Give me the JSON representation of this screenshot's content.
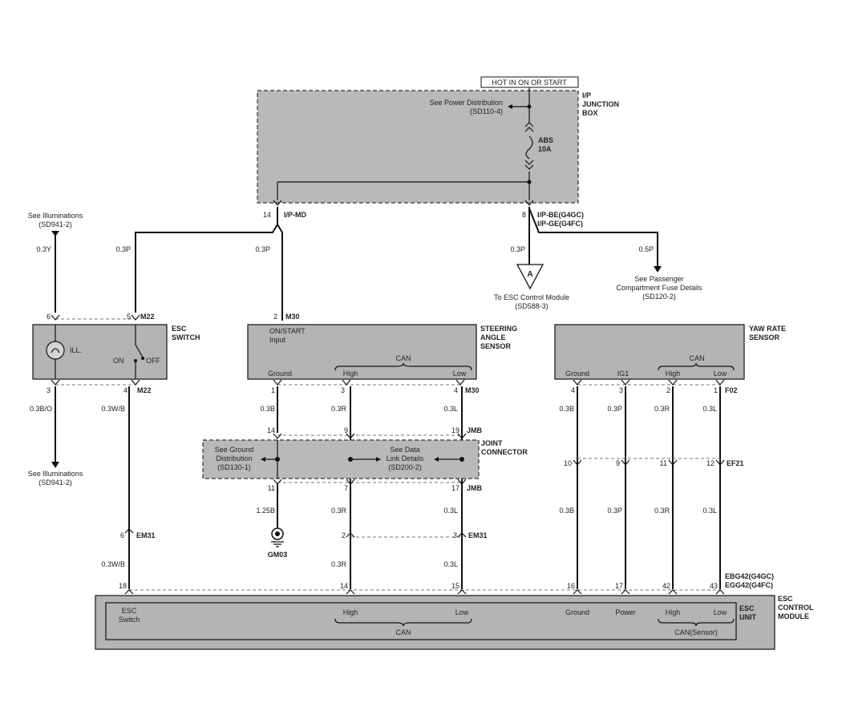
{
  "hot_label": "HOT IN ON OR START",
  "ip_box": {
    "name_lines": [
      "I/P",
      "JUNCTION",
      "BOX"
    ],
    "see_power": [
      "See Power Distribution",
      "(SD110-4)"
    ],
    "fuse_name": "ABS",
    "fuse_amp": "10A",
    "left_pin": "14",
    "left_conn": "I/P-MD",
    "right_pin": "8",
    "right_conn_1": "I/P-BE(G4GC)",
    "right_conn_2": "I/P-GE(G4FC)"
  },
  "wires": {
    "w03y": "0.3Y",
    "w03p": "0.3P",
    "w03b": "0.3B",
    "w03r": "0.3R",
    "w03l": "0.3L",
    "w05p": "0.5P",
    "w03bo": "0.3B/O",
    "w03wb": "0.3W/B",
    "w125b": "1.25B"
  },
  "illum_top": [
    "See Illuminations",
    "(SD941-2)"
  ],
  "illum_bottom": [
    "See Illuminations",
    "(SD941-2)"
  ],
  "esc_control_ref": [
    "To ESC Control Module",
    "(SD588-3)"
  ],
  "connector_a": "A",
  "passenger_ref": [
    "See Passenger",
    "Compartment Fuse Details",
    "(SD120-2)"
  ],
  "esc_switch": {
    "name_lines": [
      "ESC",
      "SWITCH"
    ],
    "conn": "M22",
    "pins": [
      "6",
      "5",
      "3",
      "4"
    ],
    "ill": "ILL.",
    "on": "ON",
    "off": "OFF"
  },
  "steering": {
    "name_lines": [
      "STEERING",
      "ANGLE",
      "SENSOR"
    ],
    "top_pin": "2",
    "conn": "M30",
    "input_lines": [
      "ON/START",
      "Input"
    ],
    "can": "CAN",
    "ground": "Ground",
    "high": "High",
    "low": "Low",
    "pins": [
      "1",
      "3",
      "4"
    ]
  },
  "yaw": {
    "name_lines": [
      "YAW RATE",
      "SENSOR"
    ],
    "can": "CAN",
    "ground": "Ground",
    "ig1": "IG1",
    "high": "High",
    "low": "Low",
    "pins": [
      "4",
      "3",
      "2",
      "1"
    ],
    "conn": "F02"
  },
  "joint": {
    "name_lines": [
      "JOINT",
      "CONNECTOR"
    ],
    "conn": "JMB",
    "top_pins": [
      "14",
      "9",
      "19"
    ],
    "bottom_pins": [
      "11",
      "7",
      "17"
    ],
    "ground_ref": [
      "See Ground",
      "Distribution",
      "(SD130-1)"
    ],
    "data_ref": [
      "See Data",
      "Link Details",
      "(SD200-2)"
    ]
  },
  "ef21": {
    "conn": "EF21",
    "pins": [
      "10",
      "9",
      "11",
      "12"
    ]
  },
  "em31": {
    "conn": "EM31",
    "pins": [
      "6",
      "2",
      "3"
    ]
  },
  "ground_label": "GM03",
  "esc_unit": {
    "module_lines": [
      "ESC",
      "CONTROL",
      "MODULE"
    ],
    "unit_lines": [
      "ESC",
      "UNIT"
    ],
    "conn_1": "EBG42(G4GC)",
    "conn_2": "EGG42(G4FC)",
    "pins": [
      "18",
      "14",
      "15",
      "16",
      "17",
      "42",
      "43"
    ],
    "esc_switch_lines": [
      "ESC",
      "Switch"
    ],
    "high": "High",
    "low": "Low",
    "can": "CAN",
    "ground": "Ground",
    "power": "Power",
    "can_sensor": "CAN(Sensor)"
  }
}
